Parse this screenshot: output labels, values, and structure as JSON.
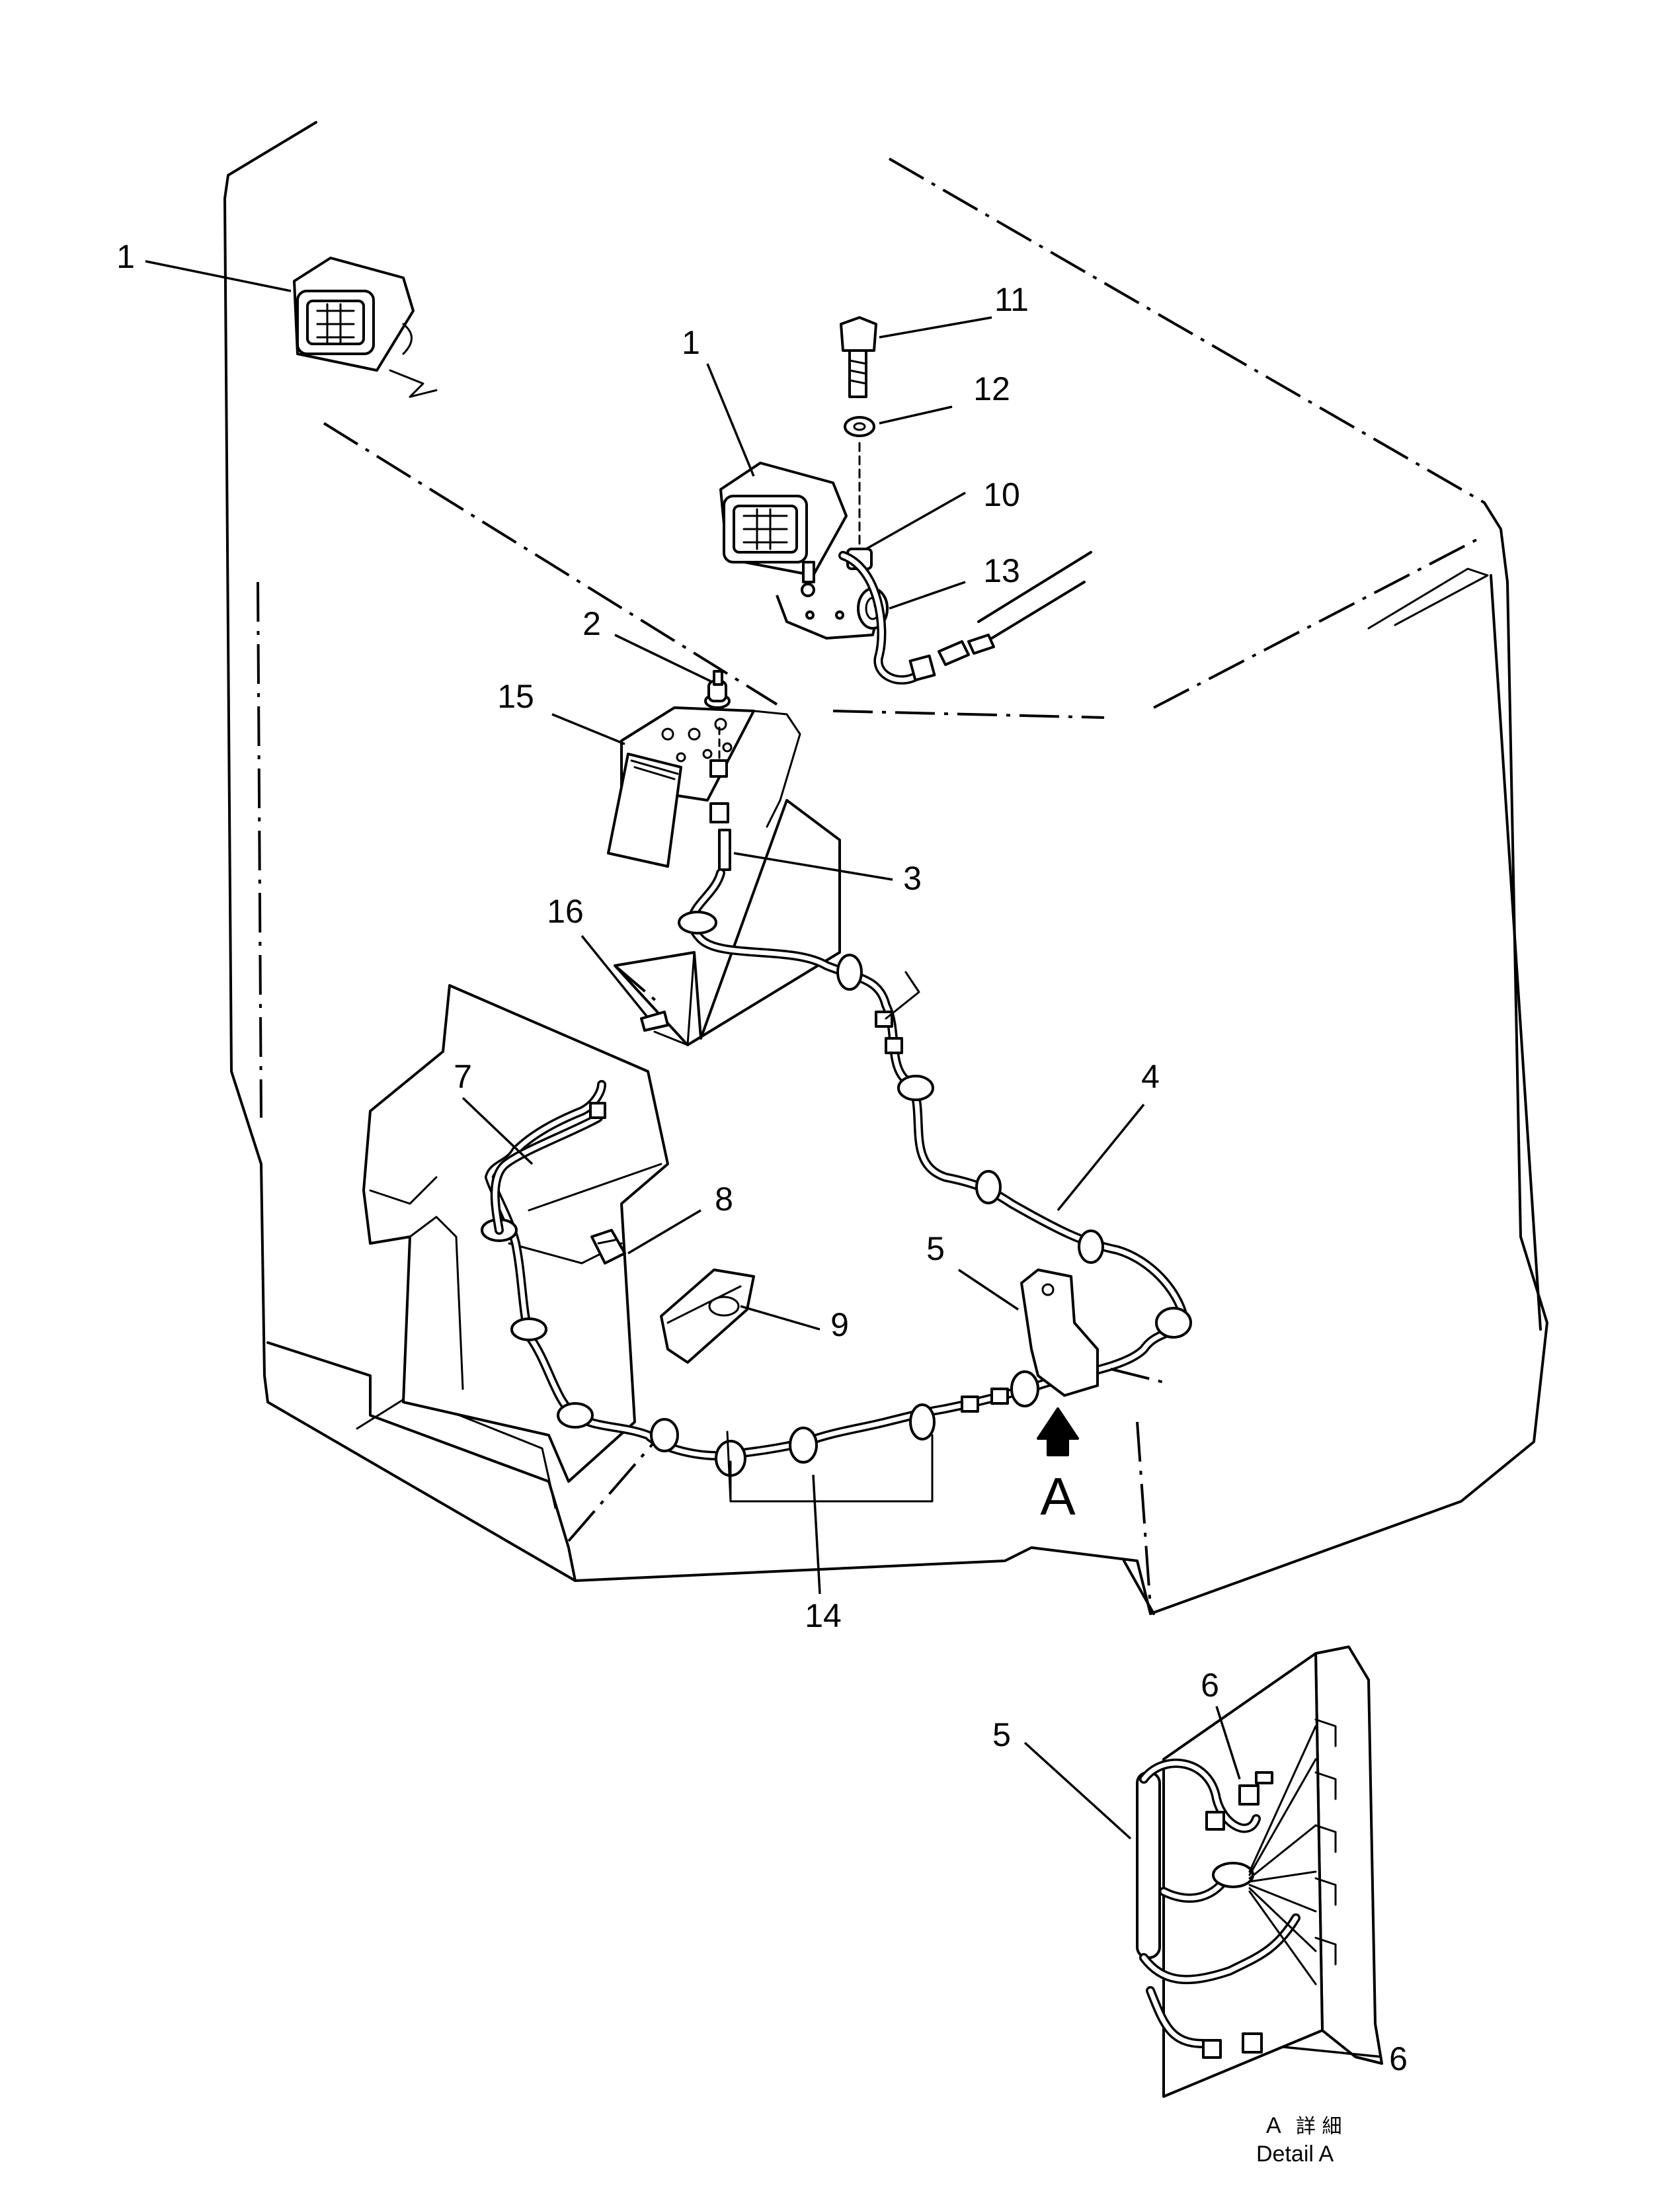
{
  "callouts": {
    "c1a": "1",
    "c1b": "1",
    "c2": "2",
    "c3": "3",
    "c4": "4",
    "c5a": "5",
    "c5b": "5",
    "c6a": "6",
    "c6b": "6",
    "c7": "7",
    "c8": "8",
    "c9": "9",
    "c10": "10",
    "c11": "11",
    "c12": "12",
    "c13": "13",
    "c14": "14",
    "c15": "15",
    "c16": "16"
  },
  "view_marker": "A",
  "detail_caption": {
    "letter": "A",
    "japanese": "詳 細",
    "english": "Detail A"
  }
}
